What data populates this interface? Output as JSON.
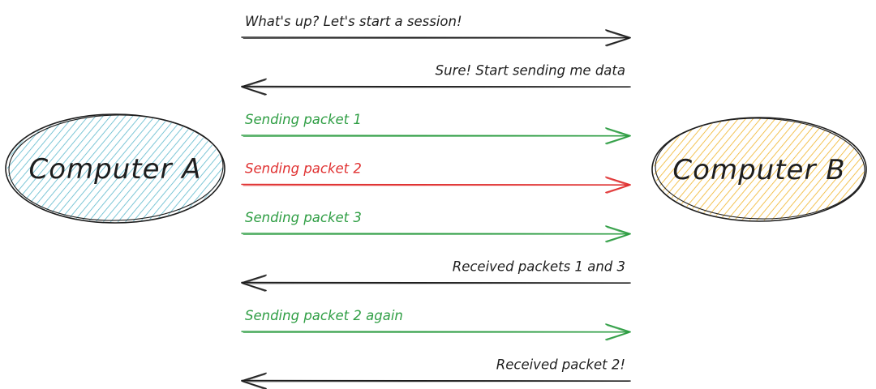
{
  "nodes": {
    "a": {
      "label": "Computer A",
      "fill": "#a5d8e3",
      "stroke": "#1e1e1e"
    },
    "b": {
      "label": "Computer B",
      "fill": "#f5d06b",
      "stroke": "#1e1e1e"
    }
  },
  "colors": {
    "neutral": "#1e1e1e",
    "success": "#2f9e44",
    "failure": "#e03131"
  },
  "messages": [
    {
      "text": "What's up? Let's start a session!",
      "direction": "a-to-b",
      "status": "neutral"
    },
    {
      "text": "Sure! Start sending me data",
      "direction": "b-to-a",
      "status": "neutral"
    },
    {
      "text": "Sending packet 1",
      "direction": "a-to-b",
      "status": "success"
    },
    {
      "text": "Sending packet 2",
      "direction": "a-to-b",
      "status": "failure"
    },
    {
      "text": "Sending packet 3",
      "direction": "a-to-b",
      "status": "success"
    },
    {
      "text": "Received packets 1 and 3",
      "direction": "b-to-a",
      "status": "neutral"
    },
    {
      "text": "Sending packet 2 again",
      "direction": "a-to-b",
      "status": "success"
    },
    {
      "text": "Received packet 2!",
      "direction": "b-to-a",
      "status": "neutral"
    }
  ]
}
